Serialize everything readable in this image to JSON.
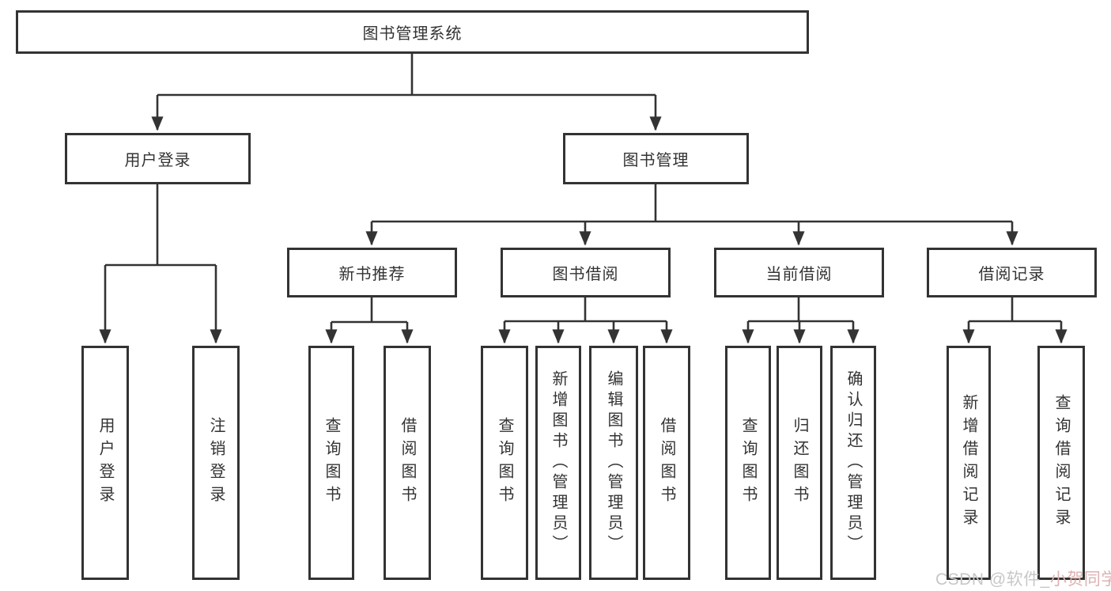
{
  "diagram": {
    "title": "图书管理系统",
    "root": {
      "label": "图书管理系统"
    },
    "level2": [
      {
        "label": "用户登录"
      },
      {
        "label": "图书管理"
      }
    ],
    "level3": [
      {
        "label": "新书推荐"
      },
      {
        "label": "图书借阅"
      },
      {
        "label": "当前借阅"
      },
      {
        "label": "借阅记录"
      }
    ],
    "leaves": [
      {
        "label": "用户登录",
        "parent": "用户登录"
      },
      {
        "label": "注销登录",
        "parent": "用户登录"
      },
      {
        "label": "查询图书",
        "parent": "新书推荐"
      },
      {
        "label": "借阅图书",
        "parent": "新书推荐"
      },
      {
        "label": "查询图书",
        "parent": "图书借阅"
      },
      {
        "label": "新增图书（管理员）",
        "parent": "图书借阅"
      },
      {
        "label": "编辑图书（管理员）",
        "parent": "图书借阅"
      },
      {
        "label": "借阅图书",
        "parent": "图书借阅"
      },
      {
        "label": "查询图书",
        "parent": "当前借阅"
      },
      {
        "label": "归还图书",
        "parent": "当前借阅"
      },
      {
        "label": "确认归还（管理员）",
        "parent": "当前借阅"
      },
      {
        "label": "新增借阅记录",
        "parent": "借阅记录"
      },
      {
        "label": "查询借阅记录",
        "parent": "借阅记录"
      }
    ],
    "watermark": {
      "gray_part": "CSDN @软件_",
      "pink_part": "小贺同学"
    }
  },
  "colors": {
    "line": "#333333",
    "text": "#333333",
    "background": "#ffffff",
    "watermark_gray": "#c7c7c7",
    "watermark_pink": "#ddb2b2"
  }
}
